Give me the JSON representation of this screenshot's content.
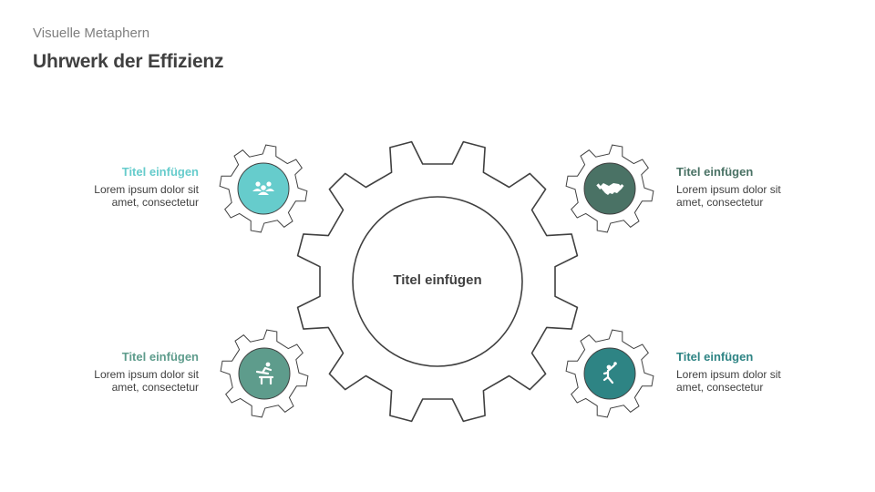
{
  "header": {
    "subtitle": "Visuelle Metaphern",
    "title": "Uhrwerk der Effizienz"
  },
  "center": {
    "title": "Titel einfügen"
  },
  "items": [
    {
      "position": "top-left",
      "title": "Titel einfügen",
      "text_line1": "Lorem ipsum dolor sit",
      "text_line2": "amet, consectetur",
      "icon": "team-icon",
      "color": "#66cccc"
    },
    {
      "position": "top-right",
      "title": "Titel einfügen",
      "text_line1": "Lorem ipsum dolor sit",
      "text_line2": "amet, consectetur",
      "icon": "handshake-icon",
      "color": "#4a7265"
    },
    {
      "position": "bottom-left",
      "title": "Titel einfügen",
      "text_line1": "Lorem ipsum dolor sit",
      "text_line2": "amet, consectetur",
      "icon": "hurdle-runner-icon",
      "color": "#5e9c8c"
    },
    {
      "position": "bottom-right",
      "title": "Titel einfügen",
      "text_line1": "Lorem ipsum dolor sit",
      "text_line2": "amet, consectetur",
      "icon": "jumping-person-icon",
      "color": "#2e8484"
    }
  ],
  "colors": {
    "outline": "#404040",
    "title_text": "#404040",
    "subtitle_text": "#7f7f7f"
  }
}
